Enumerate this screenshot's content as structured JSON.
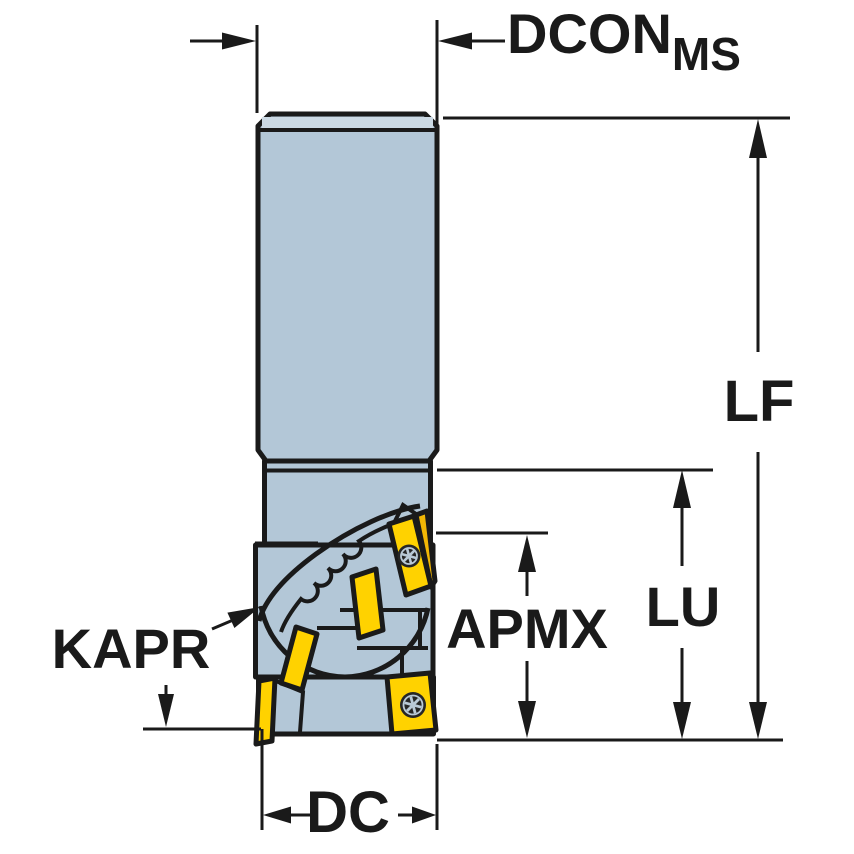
{
  "figure": {
    "type": "technical-drawing",
    "subject": "indexable square-shoulder end mill, side view with dimension callouts",
    "dimensions_annotated": [
      "DCONMS",
      "LF",
      "LU",
      "APMX",
      "KAPR",
      "DC"
    ]
  },
  "labels": {
    "dcon": "DCON",
    "dcon_sub": "MS",
    "lf": "LF",
    "lu": "LU",
    "apmx": "APMX",
    "kapr": "KAPR",
    "dc": "DC"
  },
  "colors": {
    "background": "#ffffff",
    "outline": "#1a1a1a",
    "body": "#b3c7d7",
    "body_light": "#cbd9e4",
    "insert": "#ffd200",
    "insert_shadow": "#f2b705",
    "screw": "#262626",
    "screw_star": "#b9c9d6"
  }
}
